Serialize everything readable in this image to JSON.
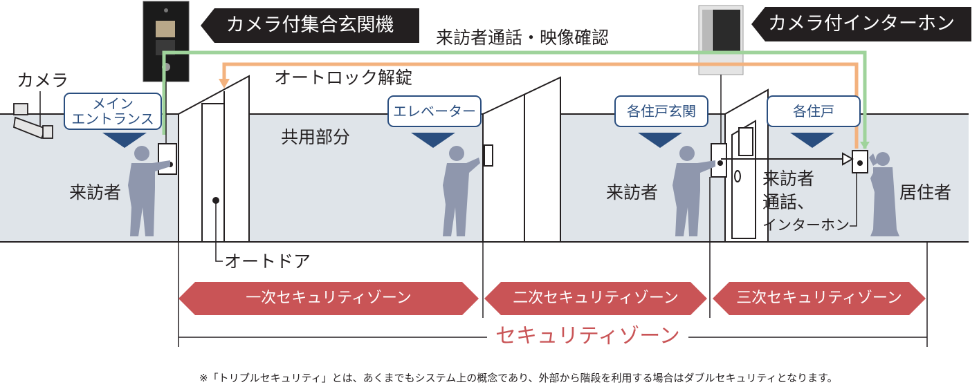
{
  "headers": {
    "camera_entrance": "カメラ付集合玄関機",
    "camera_intercom": "カメラ付インターホン"
  },
  "flow_labels": {
    "visitor_call_video": "来訪者通話・映像確認",
    "autolock_release": "オートロック解錠"
  },
  "labels": {
    "camera": "カメラ",
    "common_area": "共用部分",
    "visitor_left": "来訪者",
    "visitor_right": "来訪者",
    "resident": "居住者",
    "auto_door": "オートドア",
    "visitor_call_line1": "来訪者",
    "visitor_call_line2": "通話、",
    "visitor_call_line3": "インターホン"
  },
  "locations": {
    "main_entrance_line1": "メイン",
    "main_entrance_line2": "エントランス",
    "elevator": "エレベーター",
    "unit_entrance": "各住戸玄関",
    "unit": "各住戸"
  },
  "zones": {
    "first": "一次セキュリティゾーン",
    "second": "二次セキュリティゾーン",
    "third": "三次セキュリティゾーン",
    "overall": "セキュリティゾーン"
  },
  "footnote": "※「トリプルセキュリティ」とは、あくまでもシステム上の概念であり、外部から階段を利用する場合はダブルセキュリティとなります。",
  "colors": {
    "ground": "#dfe4e9",
    "banner": "#231f20",
    "location_border": "#2a4e7f",
    "zone": "#c95456",
    "video_line": "#9fd39b",
    "unlock_line": "#f3b27e",
    "person": "#8f97ad"
  }
}
